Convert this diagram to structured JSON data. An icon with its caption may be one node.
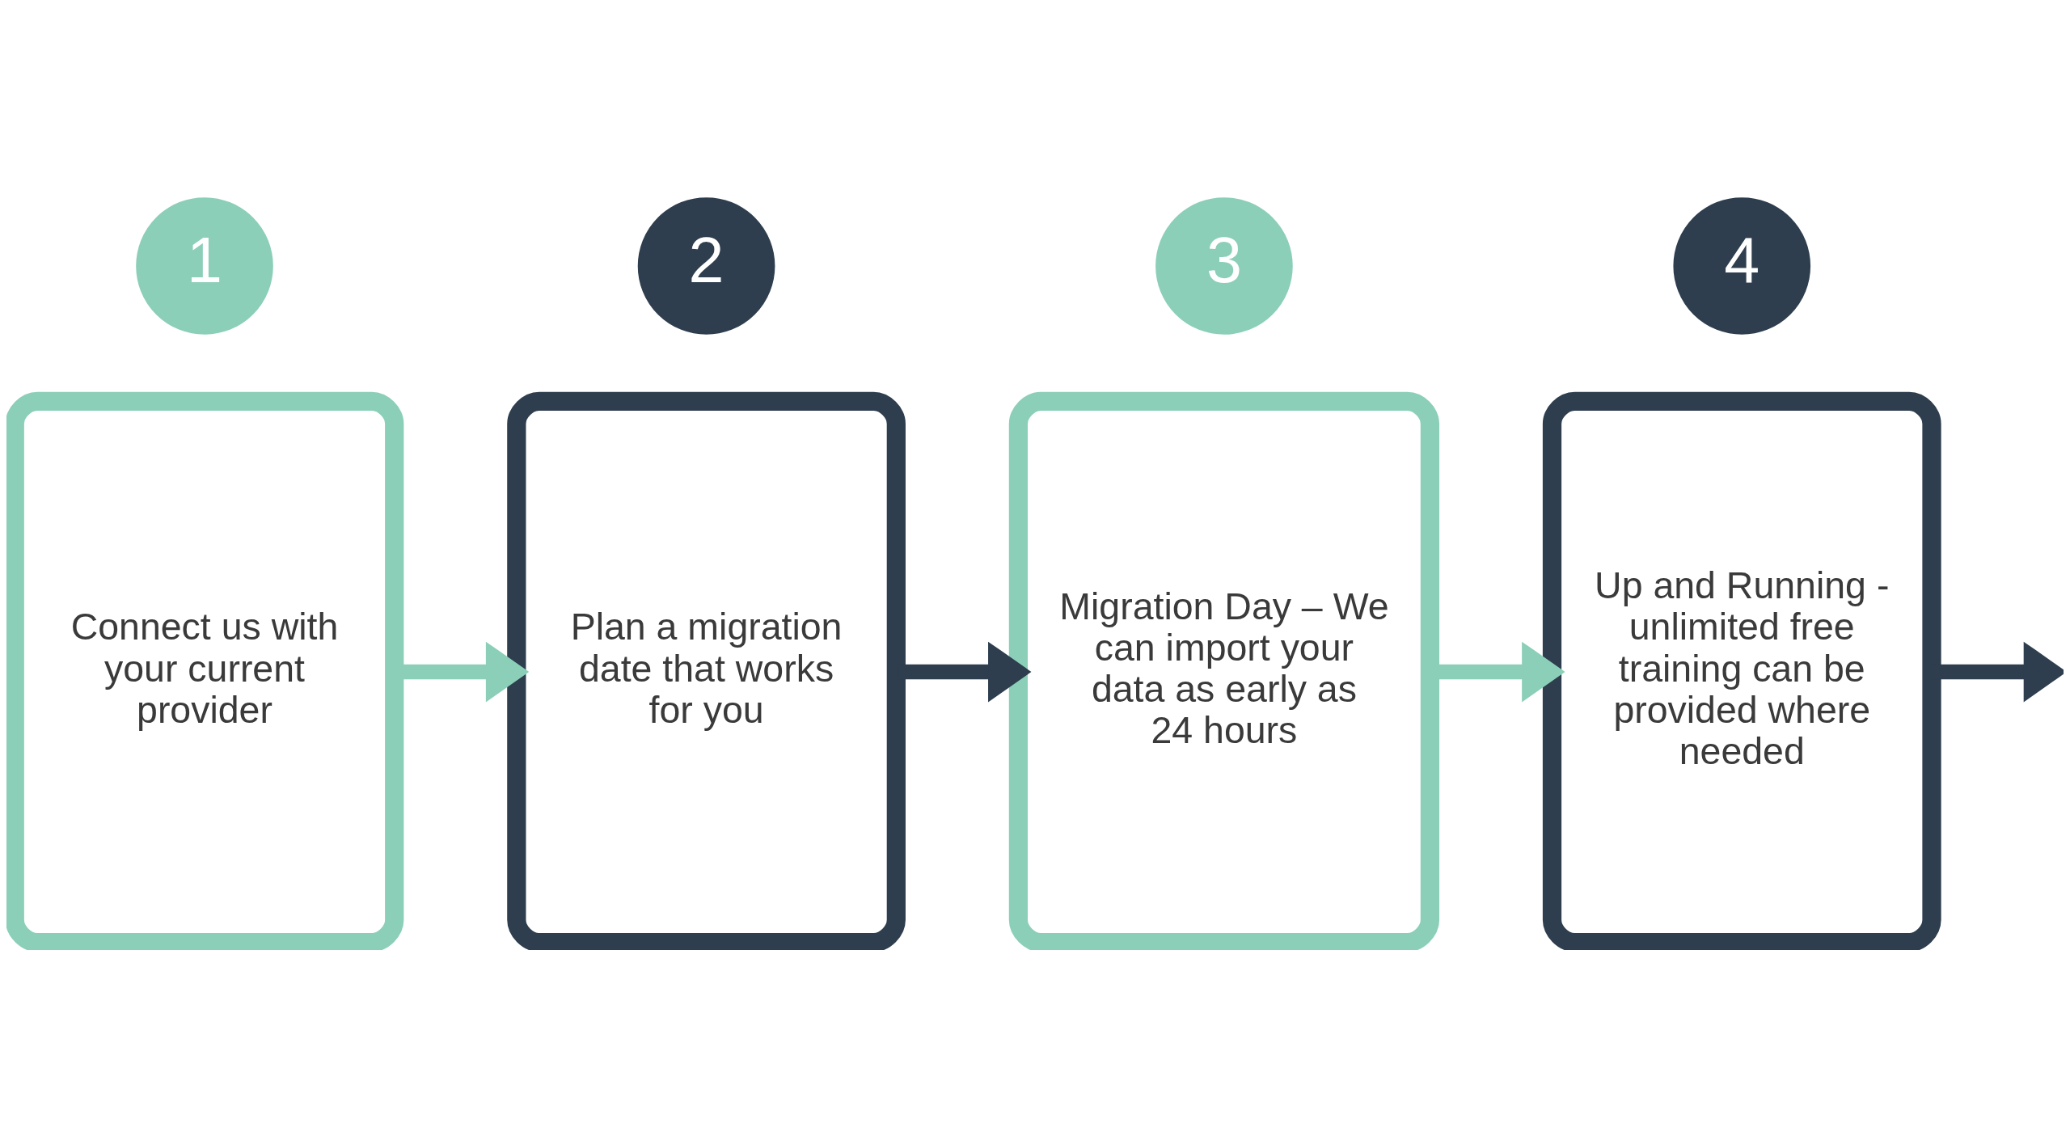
{
  "diagram": {
    "nodes": [
      {
        "text": [
          "Connect us with your current provider"
        ]
      },
      {
        "text": [
          "1"
        ]
      },
      {
        "text": [
          "Plan a migration date that works for you"
        ]
      },
      {
        "text": [
          "2"
        ]
      },
      {
        "text": [
          "Migration Day – We can import your data as early as 24 hours"
        ]
      },
      {
        "text": [
          "3"
        ]
      },
      {
        "text": [
          "Up and Running - unlimited free training can be provided where needed"
        ]
      },
      {
        "text": [
          "4"
        ]
      }
    ],
    "edges": [
      {
        "from": 0,
        "to": 2,
        "arrow": "to",
        "color": "#8ccfb9"
      },
      {
        "from": 2,
        "to": 4,
        "arrow": "to",
        "color": "#2e3e4e"
      },
      {
        "from": 4,
        "to": 6,
        "arrow": "to",
        "color": "#8ccfb9"
      },
      {
        "from": 6,
        "to": null,
        "arrow": "to",
        "color": "#2e3e4e"
      }
    ]
  }
}
